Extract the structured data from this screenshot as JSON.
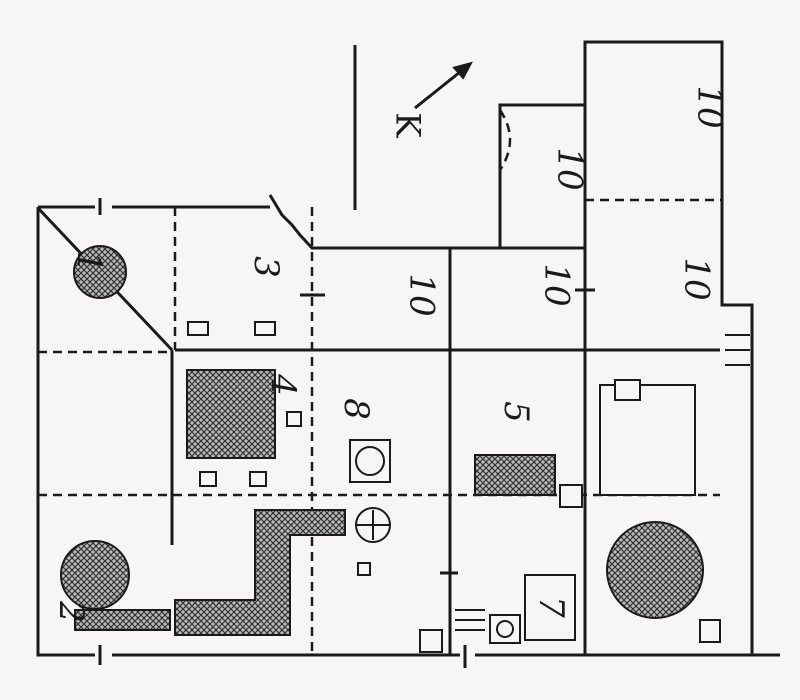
{
  "plan": {
    "north_marker": "K",
    "rooms": [
      {
        "id": "room-1",
        "label": "1"
      },
      {
        "id": "room-2",
        "label": "2"
      },
      {
        "id": "room-3",
        "label": "3"
      },
      {
        "id": "room-4",
        "label": "4"
      },
      {
        "id": "room-5",
        "label": "5"
      },
      {
        "id": "room-7",
        "label": "7"
      },
      {
        "id": "room-8",
        "label": "8"
      },
      {
        "id": "room-10a",
        "label": "10"
      },
      {
        "id": "room-10b",
        "label": "10"
      },
      {
        "id": "room-10c",
        "label": "10"
      },
      {
        "id": "room-10d",
        "label": "10"
      },
      {
        "id": "room-10e",
        "label": "10"
      }
    ],
    "colors": {
      "ink": "#1a1a1a",
      "paper": "#f7f6f4",
      "hatch": "#555555"
    }
  }
}
